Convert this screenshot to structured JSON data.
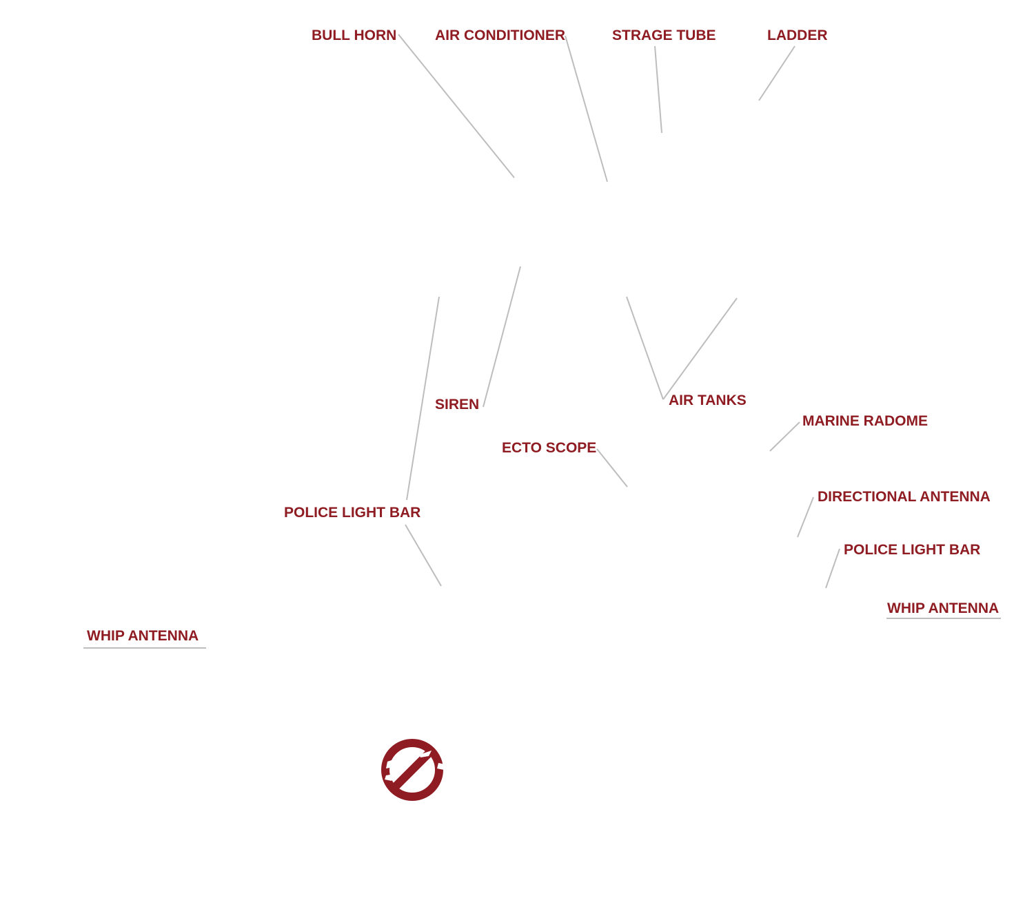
{
  "labels": {
    "bull_horn": "BULL HORN",
    "air_conditioner": "AIR CONDITIONER",
    "strage_tube": "STRAGE TUBE",
    "ladder": "LADDER",
    "siren": "SIREN",
    "air_tanks": "AIR TANKS",
    "marine_radome": "MARINE RADOME",
    "ecto_scope": "ECTO SCOPE",
    "police_light_bar_left": "POLICE LIGHT BAR",
    "directional_antenna": "DIRECTIONAL ANTENNA",
    "police_light_bar_right": "POLICE LIGHT BAR",
    "whip_antenna_right": "WHIP ANTENNA",
    "whip_antenna_left": "WHIP ANTENNA"
  },
  "colors": {
    "label": "#8e1c22",
    "leader_line": "#bdbdbd",
    "logo": "#8e1c22"
  },
  "icons": {
    "logo": "no-ghost-logo-icon"
  }
}
